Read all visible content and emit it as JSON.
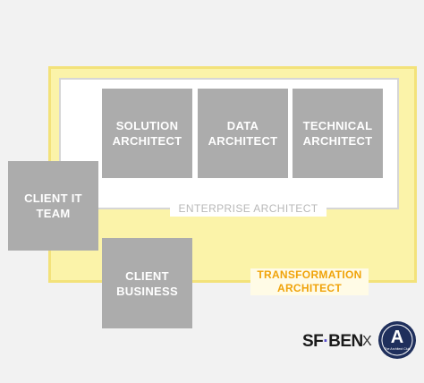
{
  "diagram": {
    "enterprise_architect": "ENTERPRISE ARCHITECT",
    "transformation_architect": "TRANSFORMATION\nARCHITECT",
    "solution_architect": "SOLUTION\nARCHITECT",
    "data_architect": "DATA\nARCHITECT",
    "technical_architect": "TECHNICAL\nARCHITECT",
    "client_it_team": "CLIENT IT\nTEAM",
    "client_business": "CLIENT\nBUSINESS"
  },
  "branding": {
    "sfben_prefix": "SF",
    "sfben_suffix": "BEN",
    "separator": "X",
    "partner_logo_letter": "A",
    "partner_logo_text": "The Architect Club"
  },
  "colors": {
    "grey_box": "#acacac",
    "yellow_fill": "#fbf3a9",
    "transformation_orange": "#f0a30a",
    "partner_navy": "#1f2f5c"
  }
}
